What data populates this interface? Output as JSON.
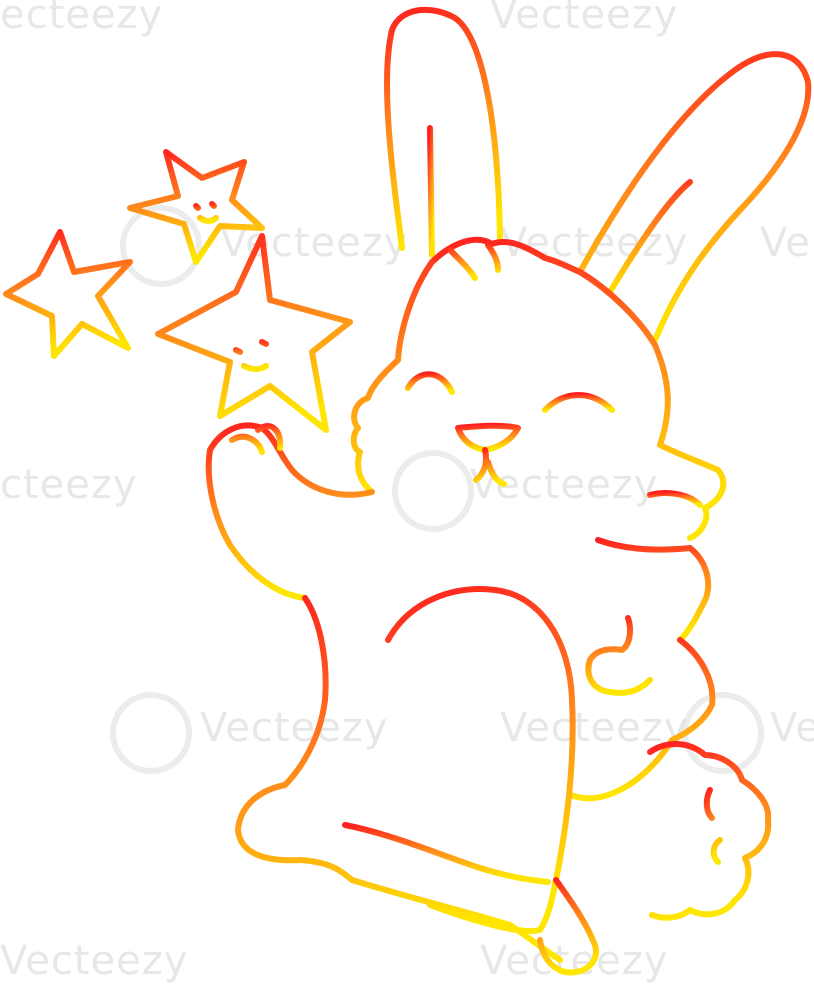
{
  "image": {
    "subject": "cartoon rabbit with stars",
    "colors": {
      "gradient_top": "#ff1f1f",
      "gradient_mid": "#ff8a1c",
      "gradient_bottom": "#ffe600",
      "background": "#ffffff",
      "watermark": "#d4d4d4"
    }
  },
  "watermark": {
    "text": "Vecteezy",
    "fragments": [
      "ecteezy",
      "Vecteezy",
      "Vecteezy",
      "Vecteezy",
      "Ve",
      "cteezy",
      "Vecteezy",
      "Vecteezy",
      "Vecteezy",
      "Ve",
      "Vecteezy",
      "Vecteezy"
    ]
  }
}
